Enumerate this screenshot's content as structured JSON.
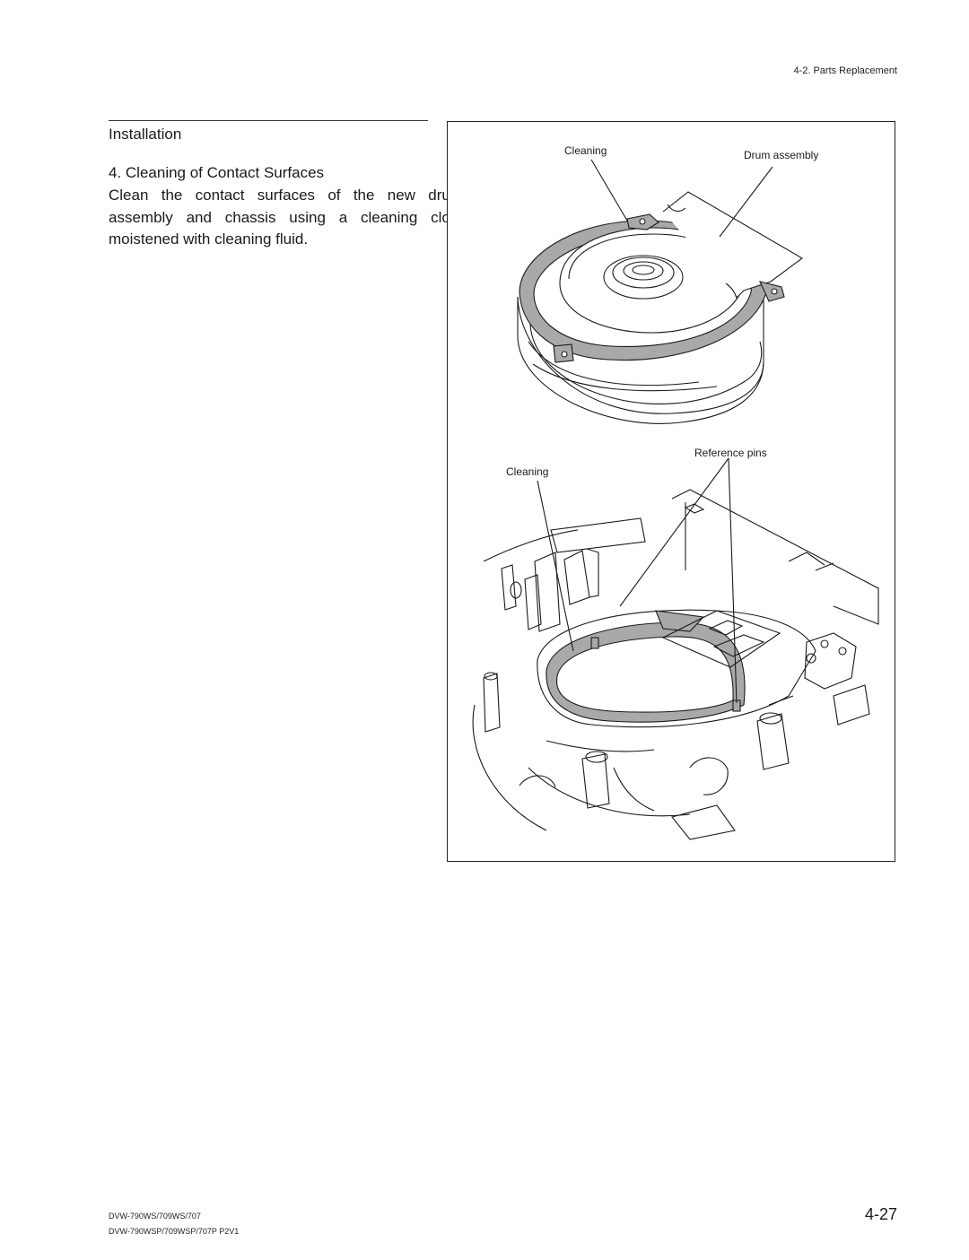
{
  "header": {
    "section": "4-2. Parts Replacement"
  },
  "content": {
    "section_title": "Installation",
    "step_title": "4.   Cleaning of Contact Surfaces",
    "step_body": "Clean the contact surfaces of the new drum assembly and chassis using a cleaning cloth moistened with cleaning fluid."
  },
  "figure": {
    "label_cleaning_top": "Cleaning",
    "label_drum_assembly": "Drum assembly",
    "label_cleaning_bottom": "Cleaning",
    "label_reference_pins": "Reference pins"
  },
  "footer": {
    "models_line1": "DVW-790WS/709WS/707",
    "models_line2": "DVW-790WSP/709WSP/707P P2V1",
    "page_number": "4-27"
  }
}
